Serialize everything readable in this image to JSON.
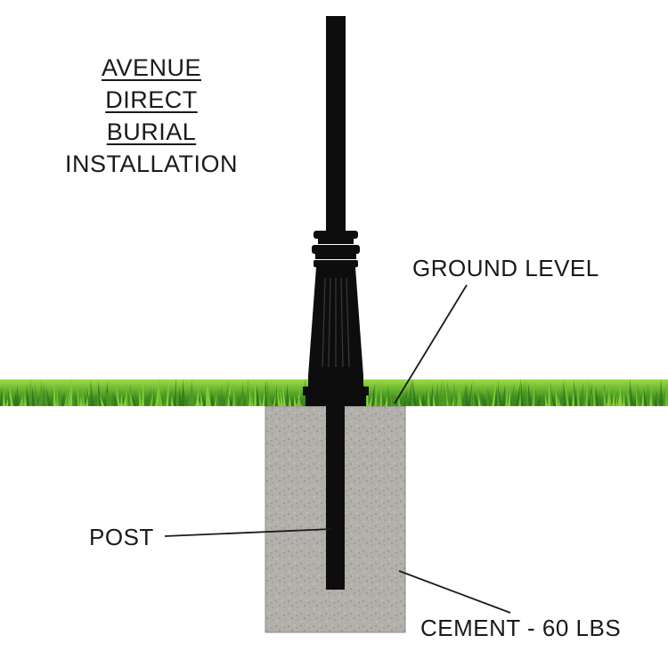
{
  "title": {
    "line1": "AVENUE",
    "line2": "DIRECT",
    "line3": "BURIAL",
    "line4": "INSTALLATION"
  },
  "labels": {
    "ground": "GROUND LEVEL",
    "post": "POST",
    "cement": "CEMENT - 60 LBS"
  },
  "colors": {
    "grass_dark": "#2f7a1c",
    "grass_light": "#8ccf3a",
    "cement": "#b4b1ad",
    "post": "#0d0d0d",
    "leader": "#1a1a1a"
  }
}
